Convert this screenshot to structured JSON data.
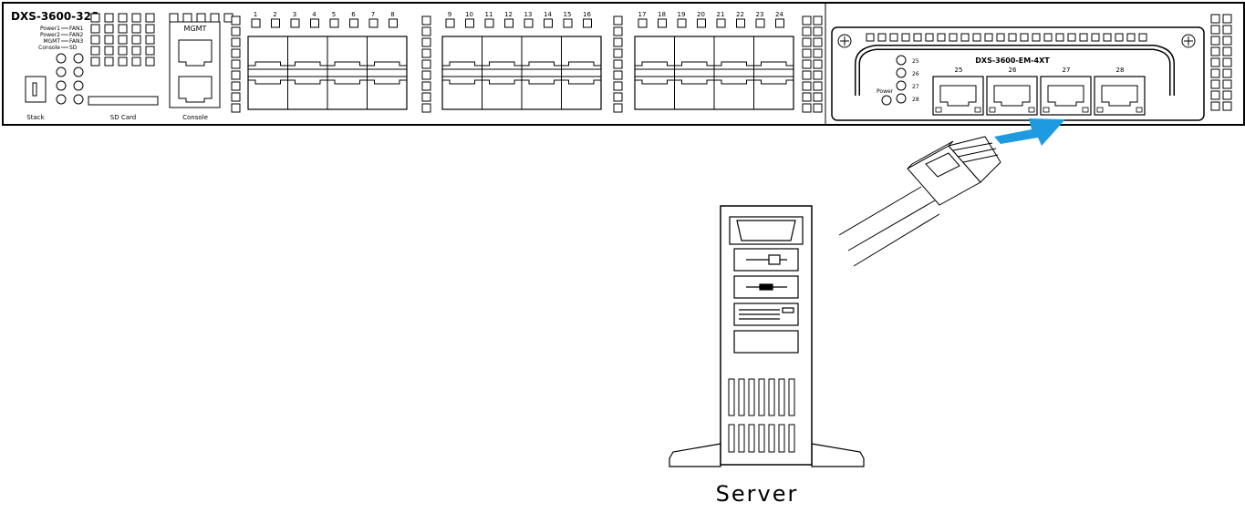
{
  "switch": {
    "model": "DXS-3600-32S",
    "led_labels": [
      "Power1",
      "Power2",
      "MGMT",
      "Console"
    ],
    "led_labels_right": [
      "FAN1",
      "FAN2",
      "FAN3",
      "SD"
    ],
    "mgmt_label": "MGMT",
    "console_label": "Console",
    "sd_label": "SD Card",
    "stack_label": "Stack",
    "port_numbers_group1": [
      "1",
      "2",
      "3",
      "4",
      "5",
      "6",
      "7",
      "8"
    ],
    "port_numbers_group2": [
      "9",
      "10",
      "11",
      "12",
      "13",
      "14",
      "15",
      "16"
    ],
    "port_numbers_group3": [
      "17",
      "18",
      "19",
      "20",
      "21",
      "22",
      "23",
      "24"
    ]
  },
  "module": {
    "model": "DXS-3600-EM-4XT",
    "port_numbers": [
      "25",
      "26",
      "27",
      "28"
    ],
    "led_numbers": [
      "25",
      "26",
      "27",
      "28"
    ],
    "power_label": "Power"
  },
  "device": {
    "label": "Server"
  },
  "colors": {
    "arrow": "#1e9be0",
    "line": "#000000"
  }
}
